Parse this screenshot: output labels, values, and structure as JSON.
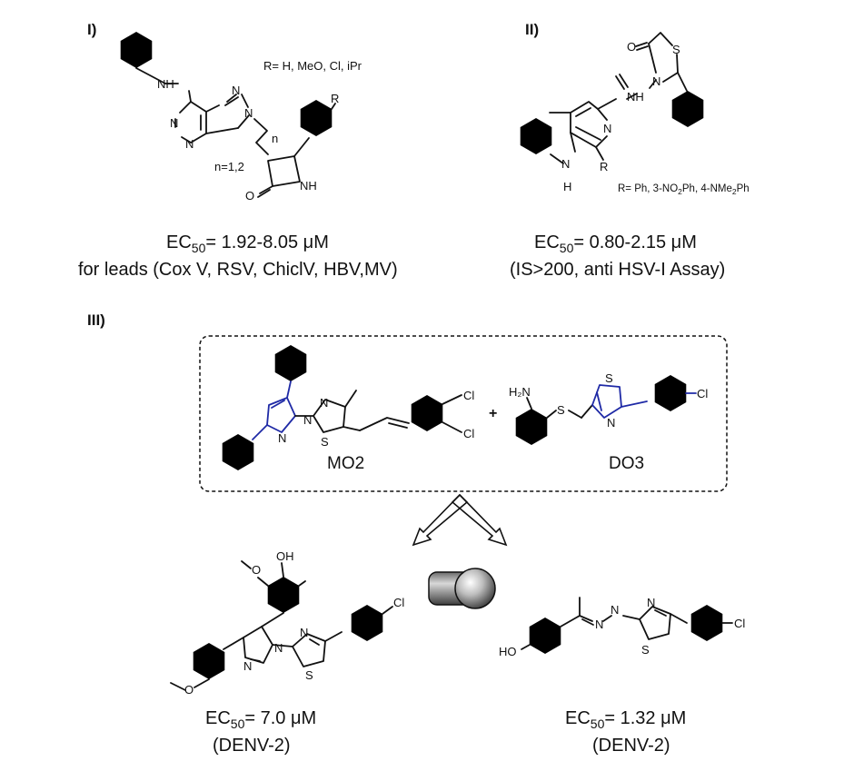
{
  "panels": {
    "p1": "I)",
    "p2": "II)",
    "p3": "III)"
  },
  "panel1": {
    "r_note": "R= H, MeO, Cl, iPr",
    "n_note": "n=1,2",
    "atoms": {
      "nh": "NH",
      "n": "N",
      "o": "O",
      "r": "R",
      "nsub": "n"
    },
    "ec50_prefix": "EC",
    "ec50_sub": "50",
    "ec50_value": "= 1.92-8.05 μM",
    "leads": "for leads (Cox V, RSV, ChiclV, HBV,MV)"
  },
  "panel2": {
    "atoms": {
      "o": "O",
      "s": "S",
      "n": "N",
      "nh": "NH",
      "h": "H",
      "r": "R"
    },
    "r_note_prefix": "R= Ph, 3-NO",
    "r_note_sub1": "2",
    "r_note_mid": "Ph, 4-NMe",
    "r_note_sub2": "2",
    "r_note_suffix": "Ph",
    "ec50_prefix": "EC",
    "ec50_sub": "50",
    "ec50_value": "= 0.80-2.15 μM",
    "assay": "(IS>200, anti HSV-I Assay)"
  },
  "panel3": {
    "mo2": "MO2",
    "do3": "DO3",
    "plus": "+",
    "atoms": {
      "n": "N",
      "s": "S",
      "cl": "Cl",
      "h2n": "H₂N",
      "oh": "OH",
      "ho": "HO",
      "o": "O"
    },
    "left_ec50_prefix": "EC",
    "left_ec50_sub": "50",
    "left_ec50_value": "= 7.0 μM",
    "left_target": "(DENV-2)",
    "right_ec50_prefix": "EC",
    "right_ec50_sub": "50",
    "right_ec50_value": "= 1.32  μM",
    "right_target": "(DENV-2)"
  },
  "colors": {
    "ink": "#111111",
    "highlight": "#1f2aa6",
    "background": "#ffffff"
  }
}
